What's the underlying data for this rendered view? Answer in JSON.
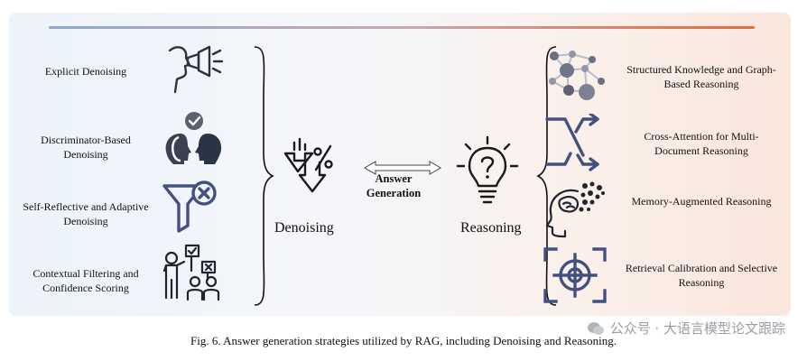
{
  "left_items": [
    {
      "label": "Explicit Denoising",
      "icon": "megaphone-head-icon"
    },
    {
      "label": "Discriminator-Based Denoising",
      "icon": "two-heads-check-icon"
    },
    {
      "label": "Self-Reflective and Adaptive Denoising",
      "icon": "filter-x-icon"
    },
    {
      "label": "Contextual Filtering and Confidence Scoring",
      "icon": "presenter-checklist-icon"
    }
  ],
  "right_items": [
    {
      "label": "Structured Knowledge and Graph-Based Reasoning",
      "icon": "knowledge-graph-icon"
    },
    {
      "label": "Cross-Attention for Multi-Document Reasoning",
      "icon": "cross-arrows-icon"
    },
    {
      "label": "Memory-Augmented Reasoning",
      "icon": "brain-head-icon"
    },
    {
      "label": "Retrieval Calibration and Selective Reasoning",
      "icon": "target-frame-icon"
    }
  ],
  "center": {
    "denoising": "Denoising",
    "answer_line1": "Answer",
    "answer_line2": "Generation",
    "reasoning": "Reasoning"
  },
  "caption": "Fig. 6.  Answer generation strategies utilized by RAG, including Denoising and Reasoning.",
  "watermark": "公众号 · 大语言模型论文跟踪",
  "colors": {
    "icon_dark": "#2b3445",
    "icon_blue": "#44507e",
    "rule_start": "#8fa6d0",
    "rule_end": "#e46a3e"
  }
}
